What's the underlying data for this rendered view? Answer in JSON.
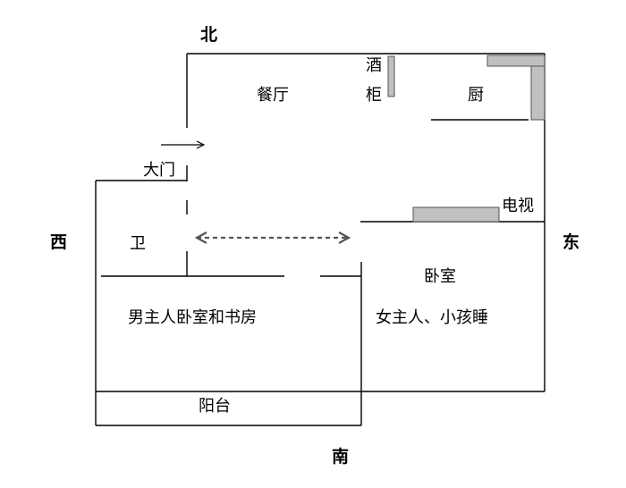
{
  "compass": {
    "north": "北",
    "south": "南",
    "east": "东",
    "west": "西"
  },
  "rooms": {
    "dining": "餐厅",
    "wine_cabinet_top": "酒",
    "wine_cabinet_bottom": "柜",
    "kitchen": "厨",
    "main_door": "大门",
    "bathroom": "卫",
    "tv": "电视",
    "bedroom_title": "卧室",
    "bedroom_sub": "女主人、小孩睡",
    "master_study": "男主人卧室和书房",
    "balcony": "阳台"
  },
  "colors": {
    "line": "#000000",
    "fixture_fill": "#c0c0c0",
    "fixture_stroke": "#555555",
    "dashed_arrow": "#555555"
  }
}
